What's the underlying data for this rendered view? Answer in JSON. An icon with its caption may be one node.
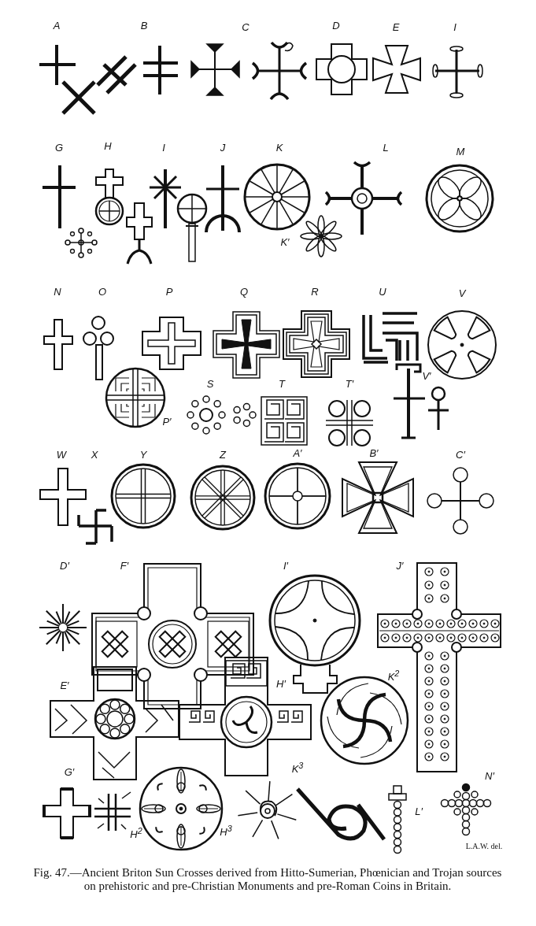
{
  "diagram": {
    "caption": "Fig. 47.—Ancient Briton Sun Crosses derived from Hitto-Sumerian, Phœnician and Trojan sources on prehistoric and pre-Christian Monuments and pre-Roman Coins in Britain.",
    "labels": [
      "A",
      "B",
      "C",
      "D",
      "E",
      "I",
      "G",
      "H",
      "I",
      "J",
      "K",
      "L",
      "M",
      "K′",
      "N",
      "O",
      "P",
      "Q",
      "R",
      "U",
      "V",
      "S",
      "T",
      "T′",
      "V′",
      "P′",
      "W",
      "X",
      "Y",
      "Z",
      "A′",
      "B′",
      "C′",
      "D′",
      "F′",
      "I′",
      "J′",
      "E′",
      "H′",
      "K$^{2}$",
      "G′",
      "N′",
      "K$^{3}$",
      "L′",
      "H$^{2}$",
      "H$^{3}$",
      "L.A.W. del."
    ]
  }
}
